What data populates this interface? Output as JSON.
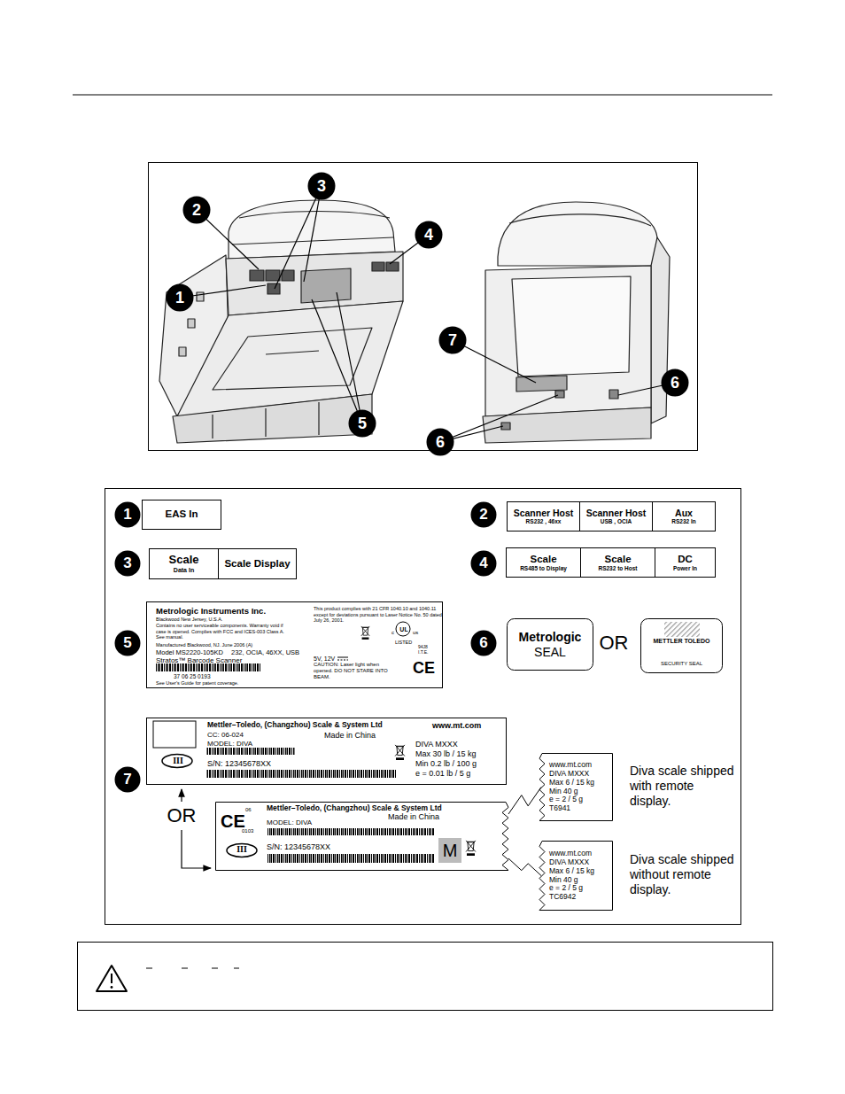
{
  "diagram": {
    "nodes": [
      {
        "text": [
          "3"
        ]
      },
      {
        "text": [
          "2"
        ]
      },
      {
        "text": [
          "4"
        ]
      },
      {
        "text": [
          "1"
        ]
      },
      {
        "text": [
          "5"
        ]
      },
      {
        "text": [
          "7"
        ]
      },
      {
        "text": [
          "6"
        ]
      },
      {
        "text": [
          "6"
        ]
      },
      {
        "text": [
          "1"
        ]
      },
      {
        "text": [
          "EAS In"
        ]
      },
      {
        "text": [
          "2"
        ]
      },
      {
        "text": [
          "Scanner Host",
          "RS232 , 46xx"
        ]
      },
      {
        "text": [
          "Scanner Host",
          "USB , OCIA"
        ]
      },
      {
        "text": [
          "Aux",
          "RS232 In"
        ]
      },
      {
        "text": [
          "3"
        ]
      },
      {
        "text": [
          "Scale",
          "Data In"
        ]
      },
      {
        "text": [
          "Scale Display"
        ]
      },
      {
        "text": [
          "4"
        ]
      },
      {
        "text": [
          "Scale",
          "RS485 to Display"
        ]
      },
      {
        "text": [
          "Scale",
          "RS232 to Host"
        ]
      },
      {
        "text": [
          "DC",
          "Power In"
        ]
      },
      {
        "text": [
          "5"
        ]
      },
      {
        "text": [
          "Metrologic Instruments Inc.",
          "Blackwood New Jersey, U.S.A.",
          "Contains no user serviceable components. Warranty void if case is opened. Complies with FCC and ICES-003 Class A. See manual.",
          "Manufactured Blackwood, NJ. June 2006 (A)",
          "Model MS2220-105KD",
          "232, OCIA, 46XX, USB",
          "Stratos™ Barcode Scanner",
          "37 06 25 0193",
          "See User's Guide for patent coverage.",
          "This product complies with 21 CFR 1040.10 and 1040.11 except for deviations pursuant to Laser Notice No. 50 dated July 26, 2001.",
          "c",
          "UL",
          "us",
          "LISTED",
          "94J8",
          "I.T.E.",
          "5V, 12V",
          "CAUTION: Laser light when opened. DO NOT STARE INTO BEAM.",
          "CE"
        ]
      },
      {
        "text": [
          "6"
        ]
      },
      {
        "text": [
          "Metrologic",
          "SEAL"
        ]
      },
      {
        "text": [
          "METTLER TOLEDO",
          "SECURITY SEAL"
        ]
      },
      {
        "text": [
          "7"
        ]
      },
      {
        "text": [
          "Mettler–Toledo, (Changzhou) Scale & System Ltd",
          "www.mt.com",
          "CC: 06-024",
          "Made in China",
          "MODEL: DIVA",
          "DIVA MXXX",
          "Max 30 lb / 15 kg",
          "Min 0.2 lb / 100 g",
          "e = 0.01 lb / 5 g",
          "III",
          "S/N: 12345678XX"
        ]
      },
      {
        "text": [
          "CE",
          "06",
          "0103",
          "Mettler–Toledo, (Changzhou) Scale & System Ltd",
          "Made in China",
          "MODEL: DIVA",
          "III",
          "S/N: 12345678XX",
          "M"
        ]
      },
      {
        "text": [
          "www.mt.com",
          "DIVA MXXX",
          "Max 6 / 15 kg",
          "Min 40 g",
          "e = 2 / 5 g",
          "T6941"
        ]
      },
      {
        "text": [
          "www.mt.com",
          "DIVA MXXX",
          "Max 6 / 15 kg",
          "Min 40 g",
          "e = 2 / 5 g",
          "TC6942"
        ]
      }
    ],
    "edges": [
      {
        "from": 28,
        "to": 29,
        "arrow": "none"
      },
      {
        "from": 28,
        "to": 30,
        "arrow": "none"
      }
    ],
    "labels": [
      "OR",
      "OR",
      "Diva scale shipped with remote display.",
      "Diva scale shipped without remote display."
    ]
  }
}
